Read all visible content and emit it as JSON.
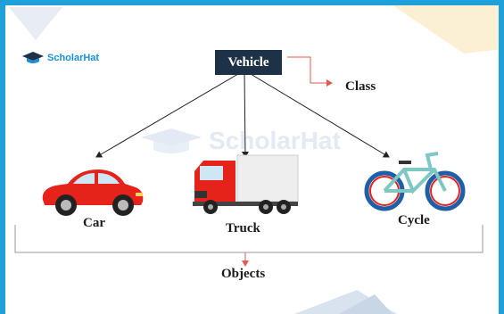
{
  "brand": {
    "name": "ScholarHat",
    "icon": "mortarboard-icon"
  },
  "watermark": {
    "text": "ScholarHat"
  },
  "diagram": {
    "class_node": "Vehicle",
    "class_label": "Class",
    "objects": [
      {
        "label": "Car",
        "icon": "car-icon"
      },
      {
        "label": "Truck",
        "icon": "truck-icon"
      },
      {
        "label": "Cycle",
        "icon": "bicycle-icon"
      }
    ],
    "objects_label": "Objects"
  },
  "colors": {
    "frame": "#1fa0d8",
    "class_box": "#1d3247",
    "arrow_red": "#e05a4f",
    "car_red": "#e5231b",
    "cycle_teal": "#7ec7c3"
  }
}
